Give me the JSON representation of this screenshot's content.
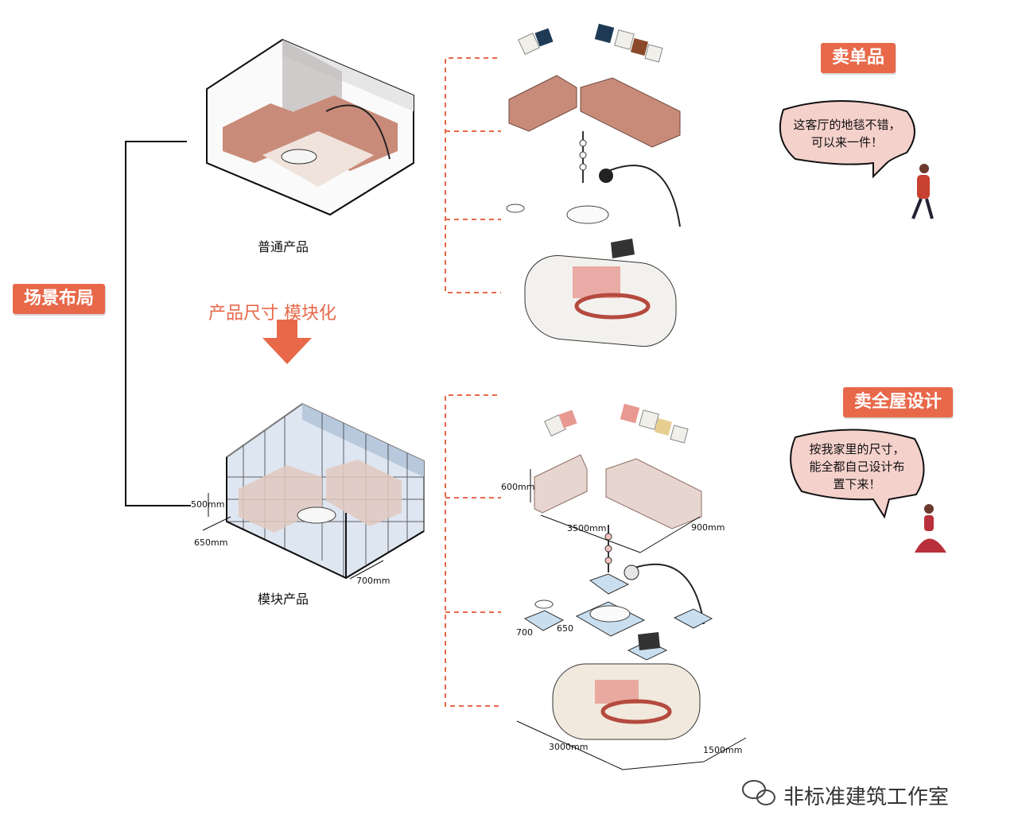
{
  "left_tag": "场景布局",
  "arrow_text": "产品尺寸 模块化",
  "top": {
    "caption": "普通产品",
    "tag": "卖单品",
    "speech_lines": [
      "这客厅的地毯不错，",
      "可以来一件！"
    ]
  },
  "bottom": {
    "caption": "模块产品",
    "tag": "卖全屋设计",
    "speech_lines": [
      "按我家里的尺寸，",
      "能全都自己设计布",
      "置下来！"
    ],
    "box_dims": {
      "width": "500mm",
      "depth": "650mm",
      "length": "700mm"
    },
    "sofa_dims": {
      "height": "600mm",
      "length": "3500mm",
      "depth": "900mm"
    },
    "side_dims": {
      "a": "700",
      "b": "650"
    },
    "rug_dims": {
      "length": "3000mm",
      "width": "1500mm"
    }
  },
  "watermark": "非标准建筑工作室",
  "colors": {
    "accent": "#e8684a",
    "sofa_top": "#c98b79",
    "sofa_bottom": "#e7d6cf",
    "glass": "#a9bdd6",
    "bubble": "#f5d1cc"
  }
}
